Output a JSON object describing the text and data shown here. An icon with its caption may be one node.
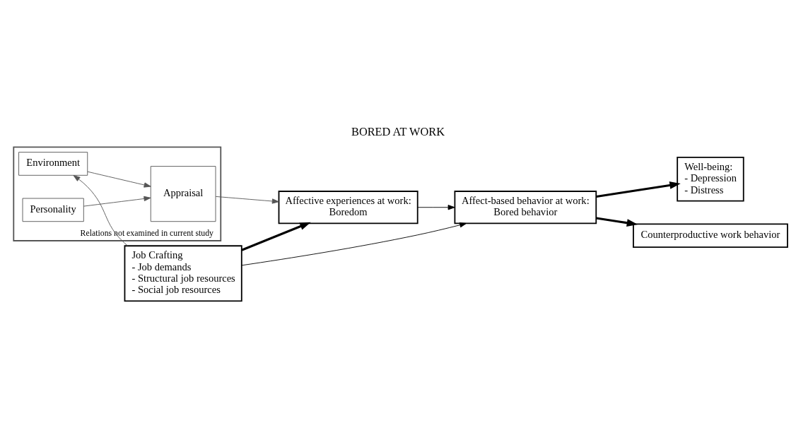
{
  "diagram": {
    "title": "BORED AT WORK",
    "nodes": [
      {
        "text": [
          "Relations not examined in current study"
        ]
      },
      {
        "text": [
          "Environment"
        ],
        "in": 0
      },
      {
        "text": [
          "Appraisal"
        ],
        "in": 0
      },
      {
        "text": [
          "Personality"
        ],
        "in": 0
      },
      {
        "text": [
          "Job Crafting",
          "- Job demands",
          "- Structural job resources",
          "- Social job resources"
        ]
      },
      {
        "text": [
          "Affective experiences at work:",
          "Boredom"
        ]
      },
      {
        "text": [
          "Affect-based behavior at work:",
          "Bored behavior"
        ]
      },
      {
        "text": [
          "Well-being:",
          "- Depression",
          "- Distress"
        ]
      },
      {
        "text": [
          "Counterproductive work behavior"
        ]
      }
    ],
    "edges": [
      {
        "from": 4,
        "to": 1,
        "arrow": "to",
        "color": "#555555"
      },
      {
        "from": 1,
        "to": 2,
        "arrow": "to",
        "color": "#555555"
      },
      {
        "from": 3,
        "to": 2,
        "arrow": "to",
        "color": "#555555"
      },
      {
        "from": 2,
        "to": 5,
        "arrow": "to",
        "color": "#555555"
      },
      {
        "from": 4,
        "to": 5,
        "arrow": "to",
        "style": "thick"
      },
      {
        "from": 4,
        "to": 6,
        "arrow": "to"
      },
      {
        "from": 5,
        "to": 6,
        "arrow": "to"
      },
      {
        "from": 6,
        "to": 7,
        "arrow": "to",
        "style": "thick"
      },
      {
        "from": 6,
        "to": 8,
        "arrow": "to",
        "style": "thick"
      }
    ]
  }
}
